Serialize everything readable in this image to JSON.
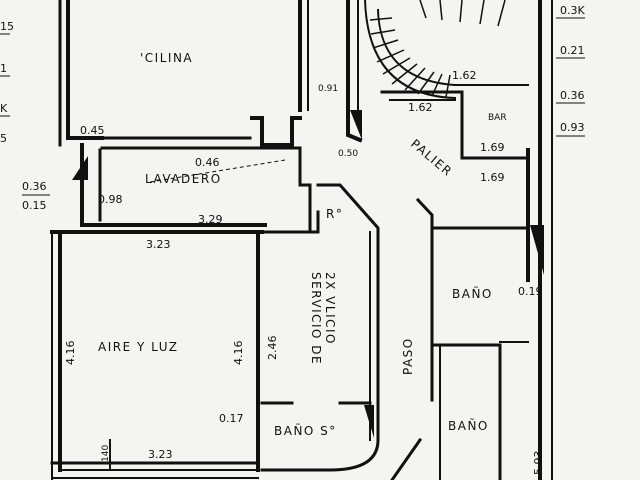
{
  "rooms": {
    "cocina": "'CILINA",
    "lavadero": "LAVADERO",
    "aire_luz": "AIRE Y LUZ",
    "servicio": "SERVICIO DE",
    "servicio_2": "2X VLICIO",
    "bano_servicio": "BAÑO S°",
    "bano_1": "BAÑO",
    "bano_2": "BAÑO",
    "palier": "PALIER",
    "paso": "PASO",
    "dormitorio_servicio": "R°",
    "bar": "BAR"
  },
  "dimensions": {
    "d_045": "0.45",
    "d_046": "0.46",
    "d_098": "0.98",
    "d_329": "3.29",
    "d_323_top": "3.23",
    "d_323_bottom": "3.23",
    "d_416_left": "4.16",
    "d_416_right": "4.16",
    "d_246": "2.46",
    "d_017": "0.17",
    "d_036_left": "0.36",
    "d_015": "0.15",
    "d_191": "0.91",
    "d_162_a": "1.62",
    "d_162_b": "1.62",
    "d_169_a": "1.69",
    "d_169_b": "1.69",
    "d_019": "0.19",
    "d_03k": "0.3K",
    "d_021": "0.21",
    "d_036_right": "0.36",
    "d_093": "0.93",
    "d_593": "5.93",
    "d_140": "140",
    "d_050": "0.50",
    "d_15": "15",
    "d_1": "1",
    "d_k": "K",
    "d_5": "5"
  }
}
